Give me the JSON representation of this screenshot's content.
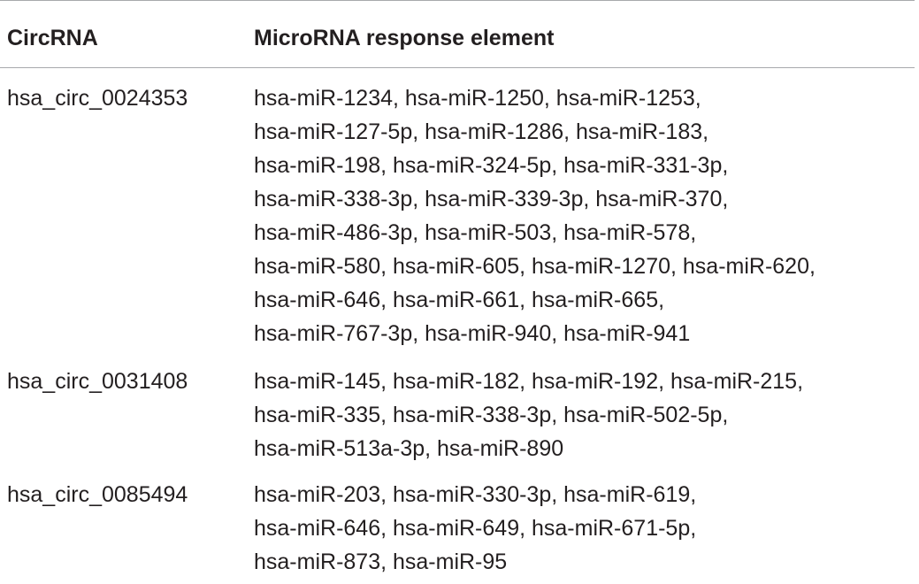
{
  "header": {
    "col1": "CircRNA",
    "col2": "MicroRNA response element"
  },
  "rows": [
    {
      "name": "hsa_circ_0024353",
      "lines": [
        "hsa-miR-1234, hsa-miR-1250, hsa-miR-1253,",
        "hsa-miR-127-5p, hsa-miR-1286, hsa-miR-183,",
        "hsa-miR-198, hsa-miR-324-5p, hsa-miR-331-3p,",
        "hsa-miR-338-3p, hsa-miR-339-3p, hsa-miR-370,",
        "hsa-miR-486-3p, hsa-miR-503, hsa-miR-578,",
        "hsa-miR-580, hsa-miR-605, hsa-miR-1270, hsa-miR-620,",
        "hsa-miR-646, hsa-miR-661, hsa-miR-665,",
        "hsa-miR-767-3p, hsa-miR-940, hsa-miR-941"
      ]
    },
    {
      "name": "hsa_circ_0031408",
      "lines": [
        "hsa-miR-145, hsa-miR-182, hsa-miR-192, hsa-miR-215,",
        "hsa-miR-335, hsa-miR-338-3p, hsa-miR-502-5p,",
        "hsa-miR-513a-3p, hsa-miR-890"
      ]
    },
    {
      "name": "hsa_circ_0085494",
      "lines": [
        "hsa-miR-203, hsa-miR-330-3p, hsa-miR-619,",
        "hsa-miR-646, hsa-miR-649, hsa-miR-671-5p,",
        "hsa-miR-873, hsa-miR-95"
      ]
    }
  ]
}
